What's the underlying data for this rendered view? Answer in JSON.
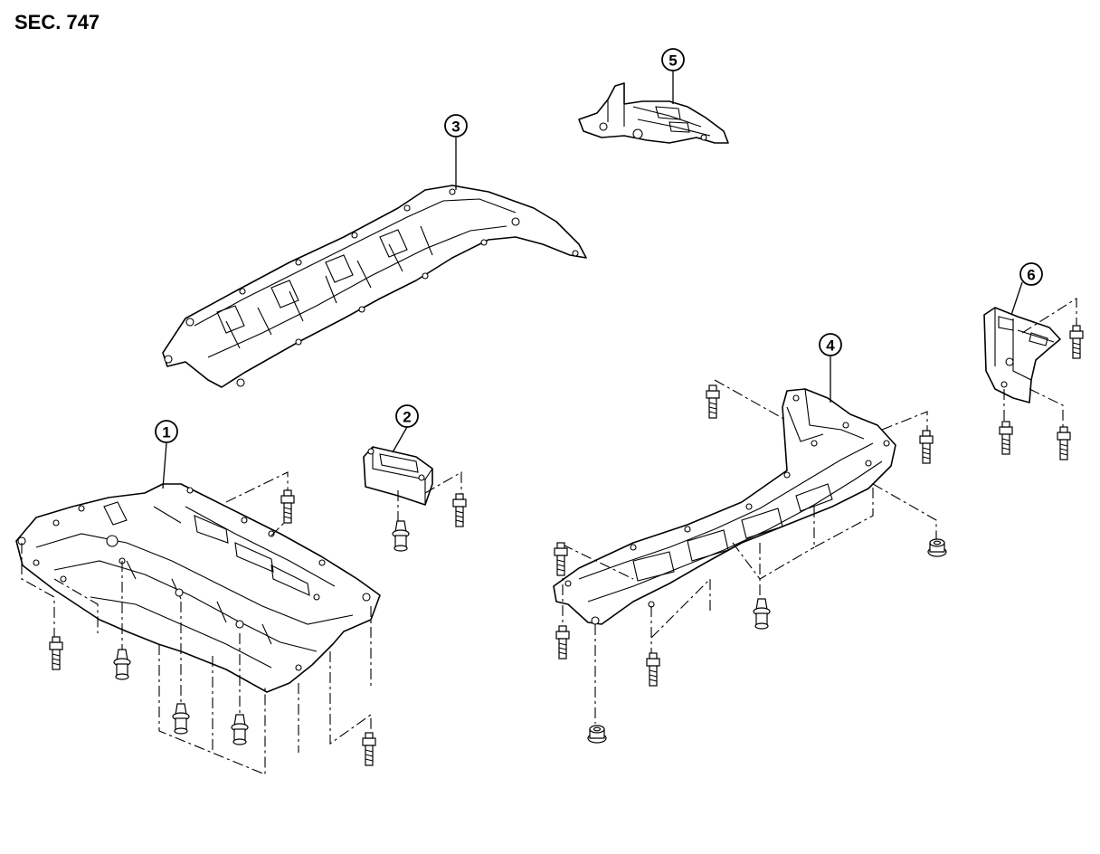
{
  "diagram": {
    "section_label": "SEC. 747",
    "callouts": [
      "1",
      "2",
      "3",
      "4",
      "5",
      "6"
    ]
  },
  "icons": {
    "bolt": "bolt-icon",
    "clip": "clip-icon",
    "nut": "nut-icon",
    "screw": "screw-icon"
  }
}
